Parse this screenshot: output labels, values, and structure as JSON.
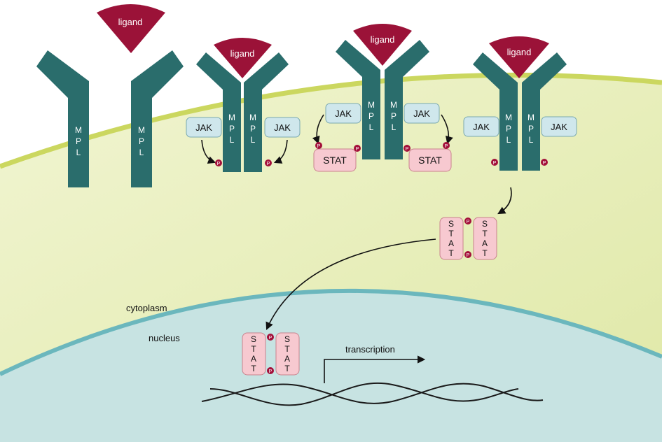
{
  "labels": {
    "ligand": "ligand",
    "receptor_letters": [
      "M",
      "P",
      "L"
    ],
    "jak": "JAK",
    "stat": "STAT",
    "stat_letters": [
      "S",
      "T",
      "A",
      "T"
    ],
    "phosphate": "P",
    "cytoplasm": "cytoplasm",
    "nucleus": "nucleus",
    "transcription": "transcription"
  },
  "colors": {
    "cell": "#e9f0bf",
    "membrane": "#cbd75f",
    "nucleus": "#c7e3e2",
    "nuclear_envelope": "#6bb7bd",
    "receptor": "#2a6d6c",
    "ligand": "#9b1238",
    "jak": "#cfe7ec",
    "stat": "#f7c9d0",
    "phosphate": "#a3103a",
    "dna": "#1a1a1a"
  }
}
